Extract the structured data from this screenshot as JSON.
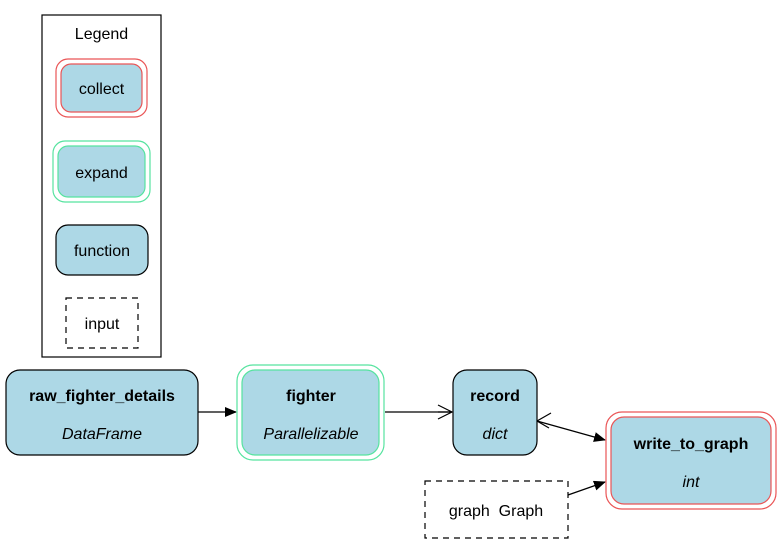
{
  "legend": {
    "title": "Legend",
    "items": [
      {
        "label": "collect",
        "style": "collect"
      },
      {
        "label": "expand",
        "style": "expand"
      },
      {
        "label": "function",
        "style": "function"
      },
      {
        "label": "input",
        "style": "input"
      }
    ]
  },
  "nodes": {
    "raw_fighter_details": {
      "name": "raw_fighter_details",
      "type": "DataFrame"
    },
    "fighter": {
      "name": "fighter",
      "type": "Parallelizable"
    },
    "record": {
      "name": "record",
      "type": "dict"
    },
    "write_to_graph": {
      "name": "write_to_graph",
      "type": "int"
    },
    "graph_input": {
      "label": "graph  Graph"
    }
  },
  "colors": {
    "node_fill": "#add8e6",
    "collect_border": "#ea5556",
    "expand_border": "#56e39f",
    "stroke": "#000000"
  }
}
